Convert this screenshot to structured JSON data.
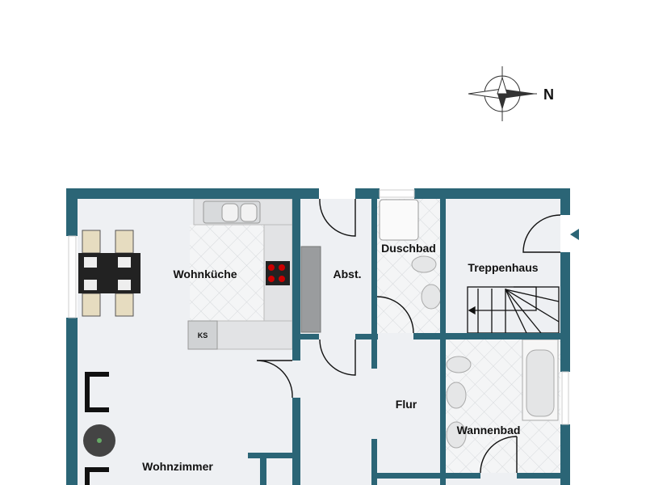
{
  "compass": {
    "north_label": "N"
  },
  "rooms": {
    "kitchen": "Wohnküche",
    "storage": "Abst.",
    "shower_bath": "Duschbad",
    "stairwell": "Treppenhaus",
    "hallway": "Flur",
    "bathroom": "Wannenbad",
    "living_room": "Wohnzimmer"
  },
  "fixtures": {
    "fridge_label": "KS"
  },
  "colors": {
    "wall": "#2b6576",
    "floor": "#eef0f3",
    "entrance_arrow": "#2b6576"
  }
}
